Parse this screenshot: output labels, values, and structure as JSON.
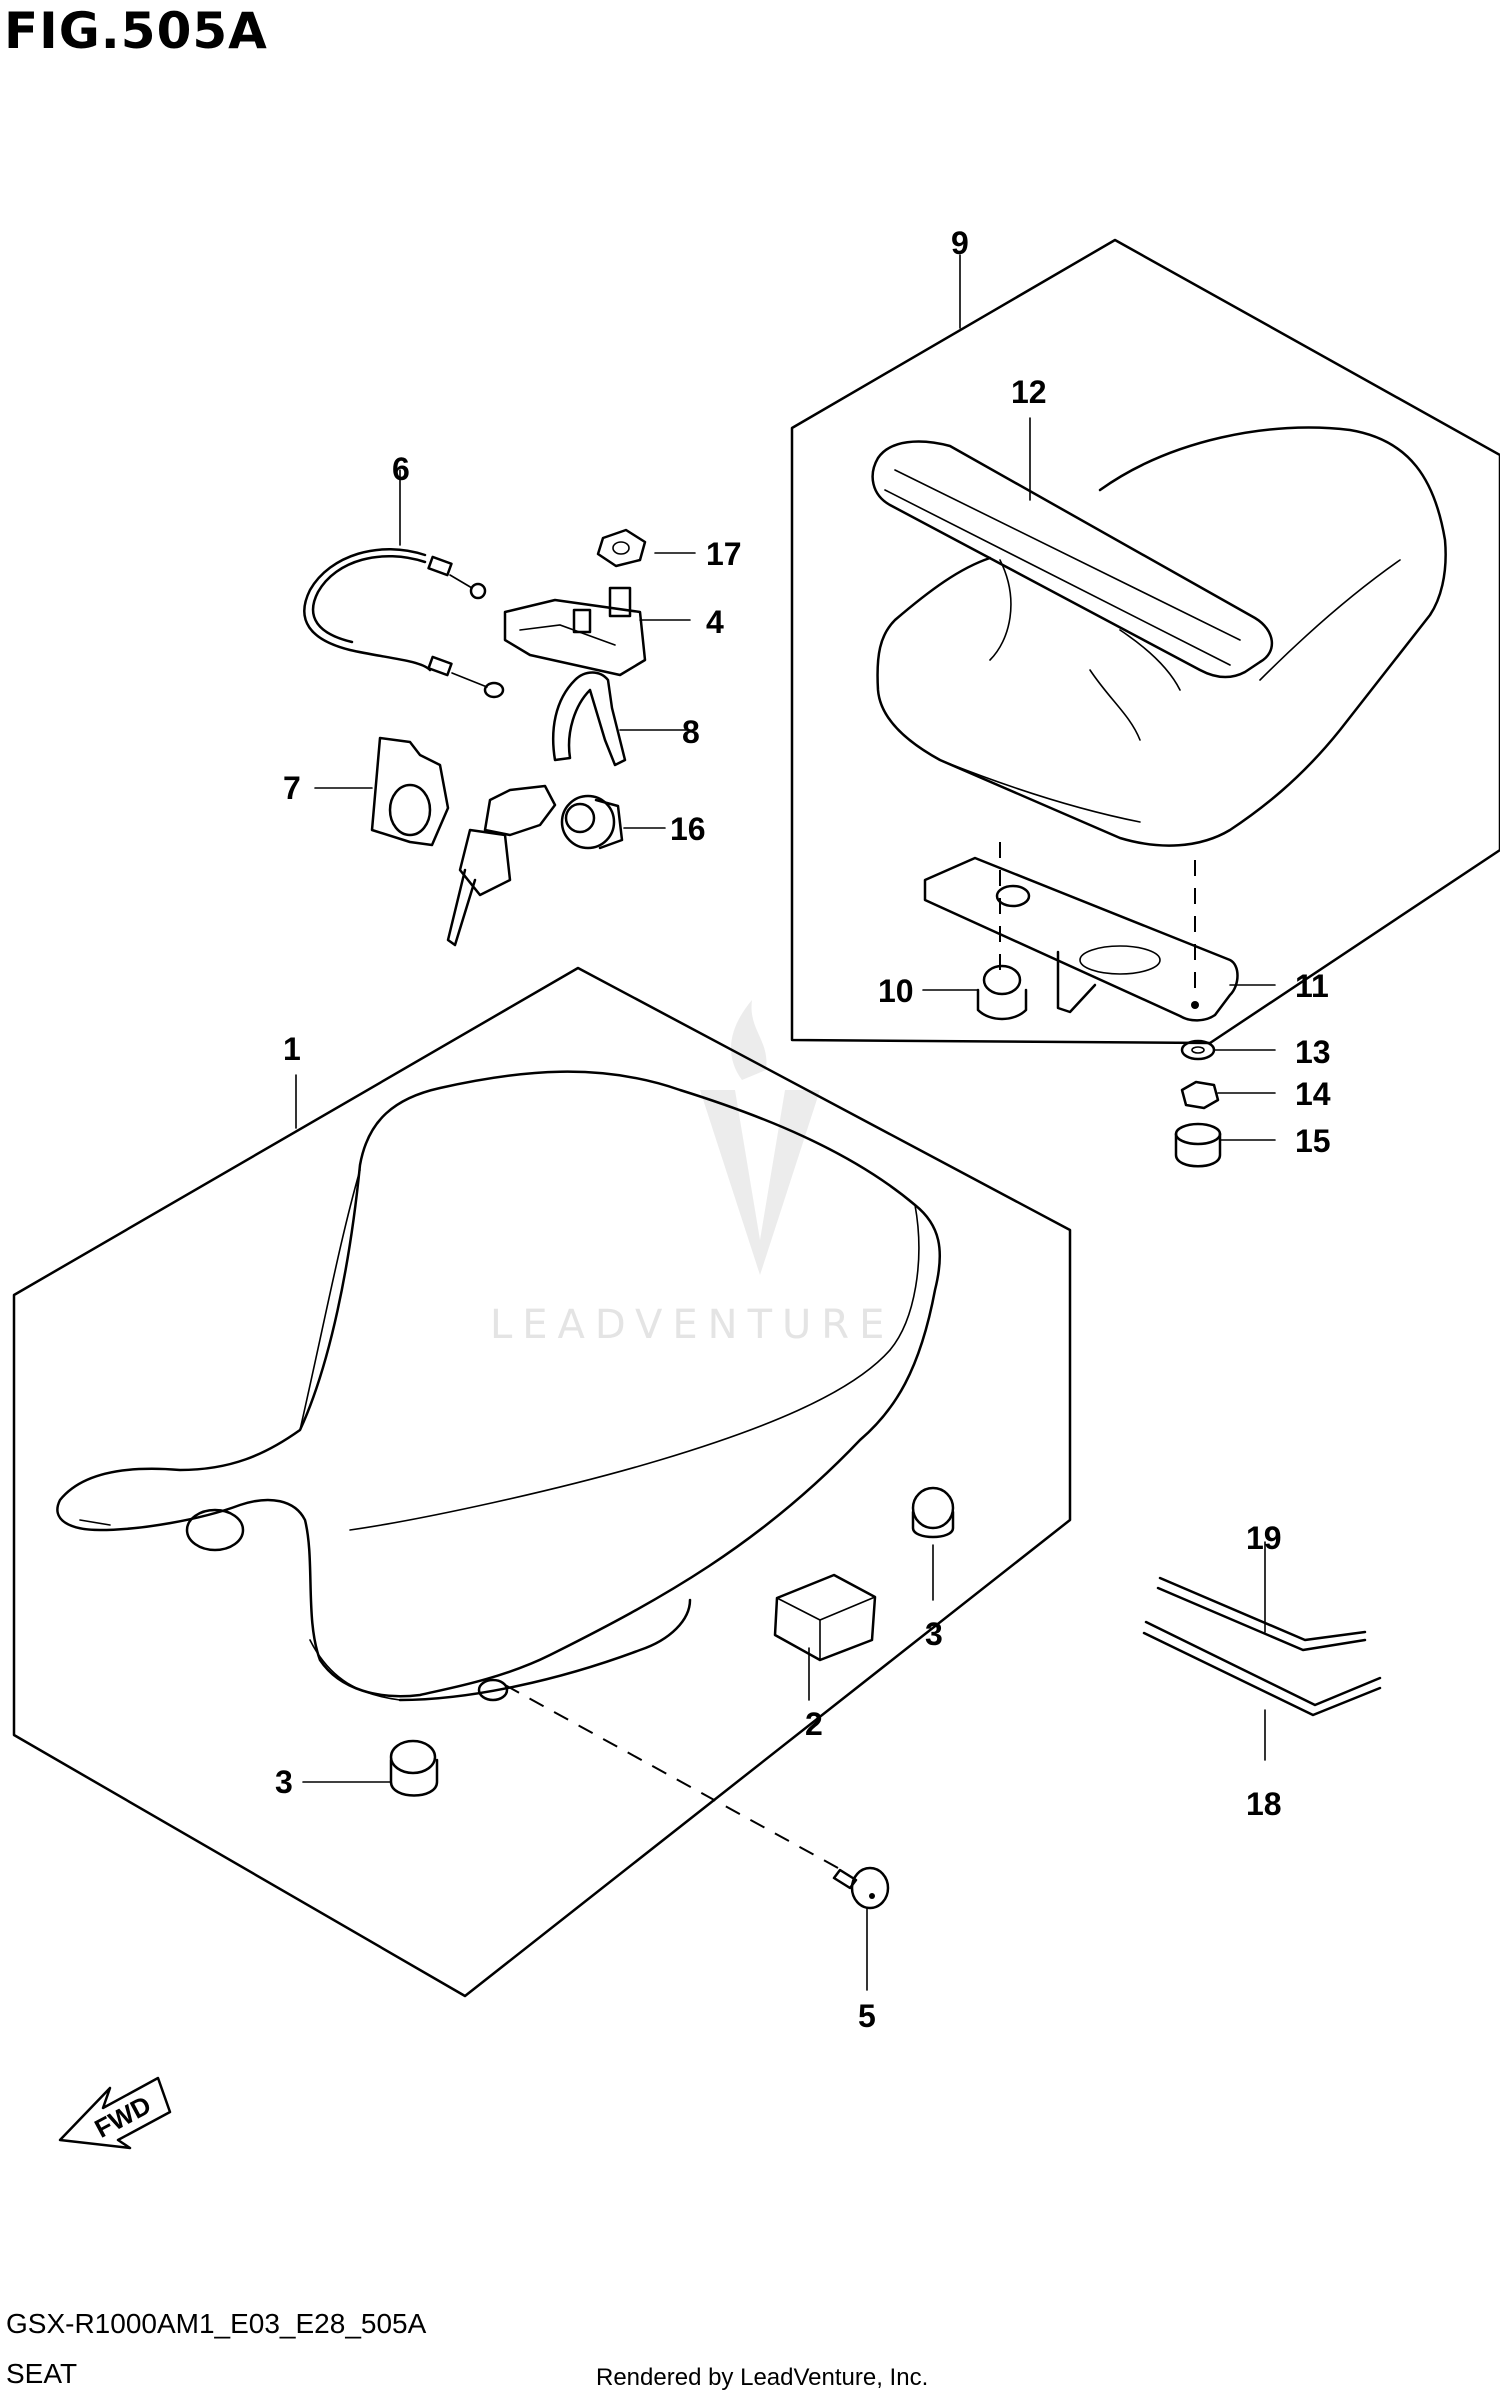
{
  "figure": {
    "title": "FIG.505A",
    "model_code": "GSX-R1000AM1_E03_E28_505A",
    "section_name": "SEAT",
    "render_credit": "Rendered by LeadVenture, Inc.",
    "watermark": "LEADVENTURE",
    "direction_label": "FWD"
  },
  "callouts": {
    "p1": "1",
    "p2": "2",
    "p3a": "3",
    "p3b": "3",
    "p4": "4",
    "p5": "5",
    "p6": "6",
    "p7": "7",
    "p8": "8",
    "p9": "9",
    "p10": "10",
    "p11": "11",
    "p12": "12",
    "p13": "13",
    "p14": "14",
    "p15": "15",
    "p16": "16",
    "p17": "17",
    "p18": "18",
    "p19": "19"
  }
}
